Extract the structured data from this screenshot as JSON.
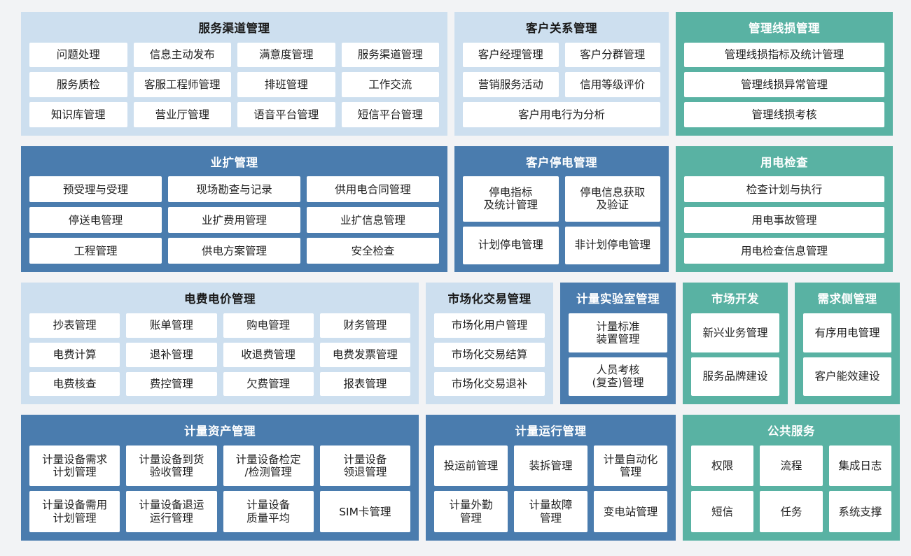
{
  "colors": {
    "background": "#f2f3f5",
    "panel_light_blue": "#cddfef",
    "panel_dark_blue": "#4a7cae",
    "panel_teal": "#59b2a3",
    "tile": "#ffffff"
  },
  "rows": [
    {
      "panels": [
        {
          "title": "服务渠道管理",
          "style": "blue-light",
          "tile_rows": [
            [
              "问题处理",
              "信息主动发布",
              "满意度管理",
              "服务渠道管理"
            ],
            [
              "服务质检",
              "客服工程师管理",
              "排班管理",
              "工作交流"
            ],
            [
              "知识库管理",
              "营业厅管理",
              "语音平台管理",
              "短信平台管理"
            ]
          ]
        },
        {
          "title": "客户关系管理",
          "style": "blue-light",
          "tile_rows": [
            [
              "客户经理管理",
              "客户分群管理"
            ],
            [
              "营销服务活动",
              "信用等级评价"
            ],
            [
              "客户用电行为分析"
            ]
          ]
        },
        {
          "title": "管理线损管理",
          "style": "teal",
          "tile_rows": [
            [
              "管理线损指标及统计管理"
            ],
            [
              "管理线损异常管理"
            ],
            [
              "管理线损考核"
            ]
          ]
        }
      ]
    },
    {
      "panels": [
        {
          "title": "业扩管理",
          "style": "blue-dark",
          "tile_rows": [
            [
              "预受理与受理",
              "现场勘查与记录",
              "供用电合同管理"
            ],
            [
              "停送电管理",
              "业扩费用管理",
              "业扩信息管理"
            ],
            [
              "工程管理",
              "供电方案管理",
              "安全检查"
            ]
          ]
        },
        {
          "title": "客户停电管理",
          "style": "blue-dark",
          "tile_rows": [
            [
              "停电指标\n及统计管理",
              "停电信息获取\n及验证"
            ],
            [
              "计划停电管理",
              "非计划停电管理"
            ]
          ]
        },
        {
          "title": "用电检查",
          "style": "teal",
          "tile_rows": [
            [
              "检查计划与执行"
            ],
            [
              "用电事故管理"
            ],
            [
              "用电检查信息管理"
            ]
          ]
        }
      ]
    },
    {
      "panels": [
        {
          "title": "电费电价管理",
          "style": "blue-light",
          "tile_rows": [
            [
              "抄表管理",
              "账单管理",
              "购电管理",
              "财务管理"
            ],
            [
              "电费计算",
              "退补管理",
              "收退费管理",
              "电费发票管理"
            ],
            [
              "电费核查",
              "费控管理",
              "欠费管理",
              "报表管理"
            ]
          ]
        },
        {
          "title": "市场化交易管理",
          "style": "blue-light",
          "tile_rows": [
            [
              "市场化用户管理"
            ],
            [
              "市场化交易结算"
            ],
            [
              "市场化交易退补"
            ]
          ]
        },
        {
          "title": "计量实验室管理",
          "style": "blue-dark",
          "tile_rows": [
            [
              "计量标准\n装置管理"
            ],
            [
              "人员考核\n(复查)管理"
            ]
          ]
        },
        {
          "title": "市场开发",
          "style": "teal",
          "tile_rows": [
            [
              "新兴业务管理"
            ],
            [
              "服务品牌建设"
            ]
          ]
        },
        {
          "title": "需求侧管理",
          "style": "teal",
          "tile_rows": [
            [
              "有序用电管理"
            ],
            [
              "客户能效建设"
            ]
          ]
        }
      ]
    },
    {
      "panels": [
        {
          "title": "计量资产管理",
          "style": "blue-dark",
          "tile_rows": [
            [
              "计量设备需求\n计划管理",
              "计量设备到货\n验收管理",
              "计量设备检定\n/检测管理",
              "计量设备\n领退管理"
            ],
            [
              "计量设备需用\n计划管理",
              "计量设备退运\n运行管理",
              "计量设备\n质量平均",
              "SIM卡管理"
            ]
          ]
        },
        {
          "title": "计量运行管理",
          "style": "blue-dark",
          "tile_rows": [
            [
              "投运前管理",
              "装拆管理",
              "计量自动化\n管理"
            ],
            [
              "计量外勤\n管理",
              "计量故障\n管理",
              "变电站管理"
            ]
          ]
        },
        {
          "title": "公共服务",
          "style": "teal",
          "tile_rows": [
            [
              "权限",
              "流程",
              "集成日志"
            ],
            [
              "短信",
              "任务",
              "系统支撑"
            ]
          ]
        }
      ]
    }
  ]
}
